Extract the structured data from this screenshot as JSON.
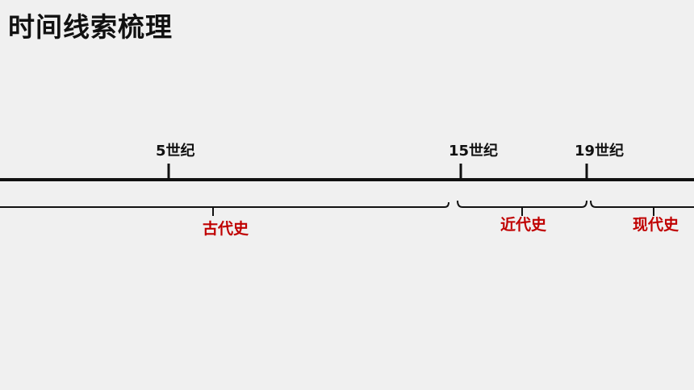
{
  "title": "时间线索梳理",
  "timeline": {
    "centuries": [
      {
        "label": "5世纪"
      },
      {
        "label": "15世纪"
      },
      {
        "label": "19世纪"
      }
    ],
    "eras": [
      {
        "label": "古代史"
      },
      {
        "label": "近代史"
      },
      {
        "label": "现代史"
      }
    ]
  },
  "colors": {
    "axis": "#111111",
    "era_text": "#c00000",
    "background": "#f0f0f0"
  }
}
